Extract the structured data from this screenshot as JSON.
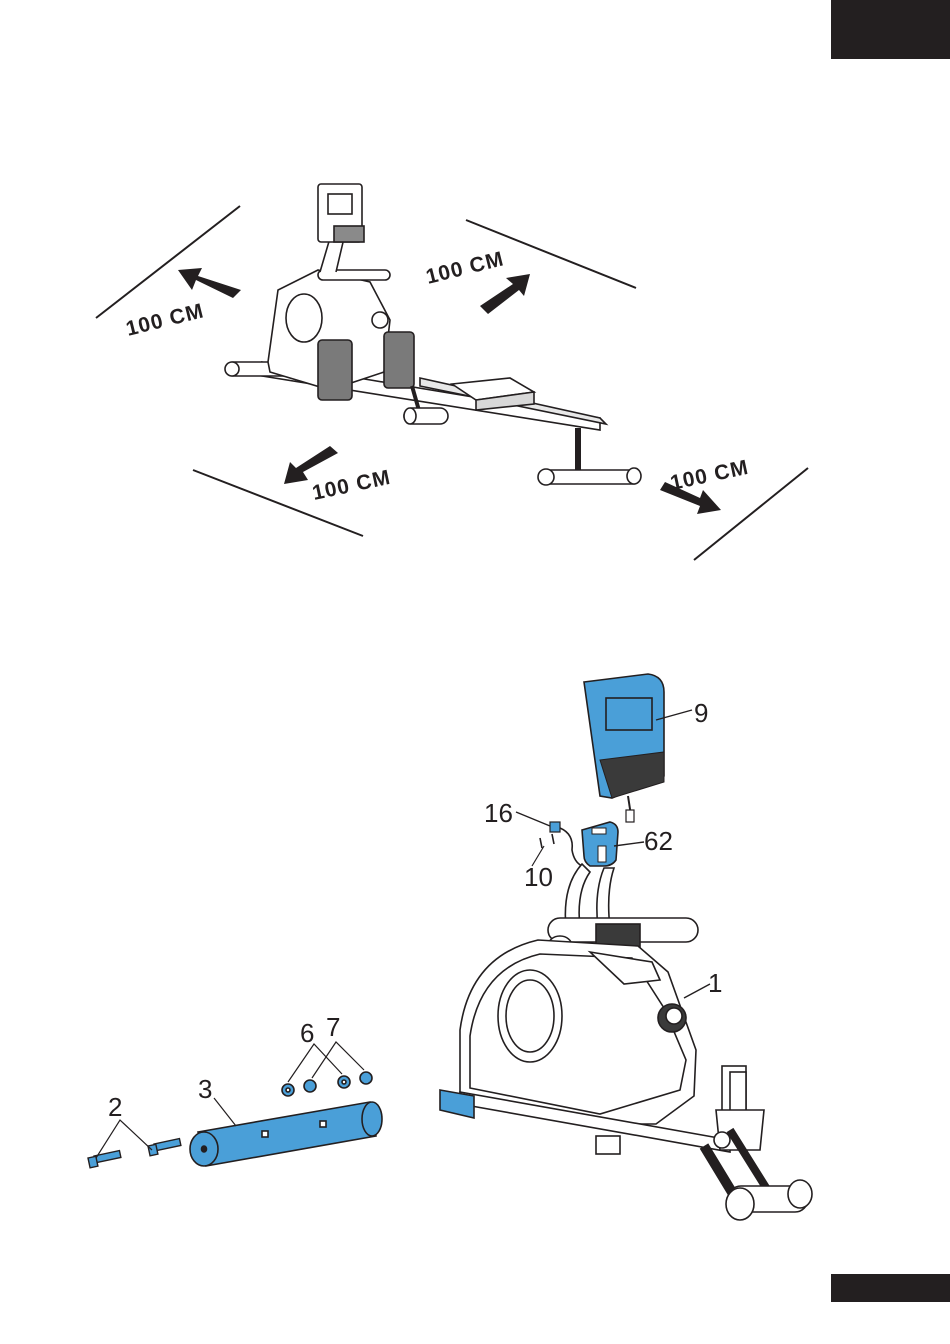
{
  "clearance": {
    "label_top_left": "100 CM",
    "label_top_right": "100 CM",
    "label_bottom_left": "100 CM",
    "label_bottom_right": "100 CM"
  },
  "callouts": {
    "console": "9",
    "sensor_wire": "16",
    "bracket": "62",
    "screws": "10",
    "main_frame": "1",
    "washer": "6",
    "nut": "7",
    "bolt": "2",
    "front_stabilizer": "3"
  },
  "colors": {
    "highlight_part": "#4a9fd8",
    "line_art": "#231f20",
    "tab": "#231f20"
  }
}
